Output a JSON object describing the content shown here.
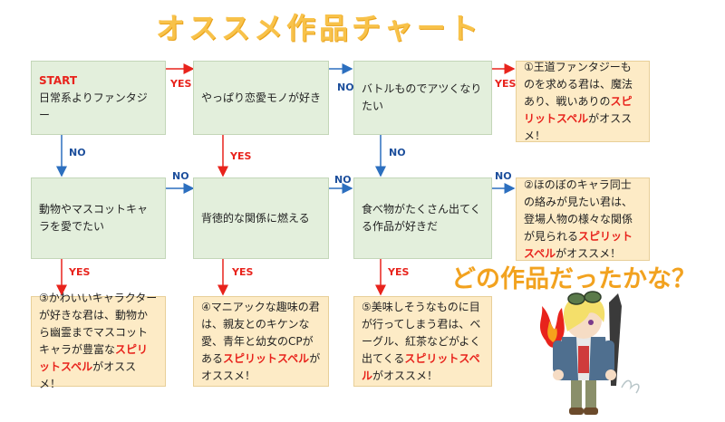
{
  "title": "オススメ作品チャート",
  "question": "どの作品だったかな？",
  "labels": {
    "yes": "YES",
    "no": "NO"
  },
  "nodes": {
    "start": {
      "prefix": "START",
      "text": "日常系よりファンタジー"
    },
    "q2": "やっぱり恋愛モノが好き",
    "q3": "バトルものでアツくなりたい",
    "q4": "動物やマスコットキャラを愛でたい",
    "q5": "背徳的な関係に燃える",
    "q6": "食べ物がたくさん出てくる作品が好きだ"
  },
  "results": {
    "r1": {
      "before": "①王道ファンタジーものを求める君は、魔法あり、戦いありの",
      "highlight": "スピリットスペル",
      "after": "がオススメ！"
    },
    "r2": {
      "before": "②ほのぼのキャラ同士の絡みが見たい君は、登場人物の様々な関係が見られる",
      "highlight": "スピリットスペル",
      "after": "がオススメ！"
    },
    "r3": {
      "before": "③かわいいキャラクターが好きな君は、動物から幽霊までマスコットキャラが豊富な",
      "highlight": "スピリットスペル",
      "after": "がオススメ！"
    },
    "r4": {
      "before": "④マニアックな趣味の君は、親友とのキケンな愛、青年と幼女のCPがある",
      "highlight": "スピリットスペル",
      "after": "がオススメ！"
    },
    "r5": {
      "before": "⑤美味しそうなものに目が行ってしまう君は、ベーグル、紅茶などがよく出てくる",
      "highlight": "スピリットスペル",
      "after": "がオススメ！"
    }
  },
  "colors": {
    "title": "#f8c24a",
    "yes": "#e8231c",
    "no": "#1d4f9c",
    "green_box": "#e3efdc",
    "yellow_box": "#fdebc6"
  }
}
